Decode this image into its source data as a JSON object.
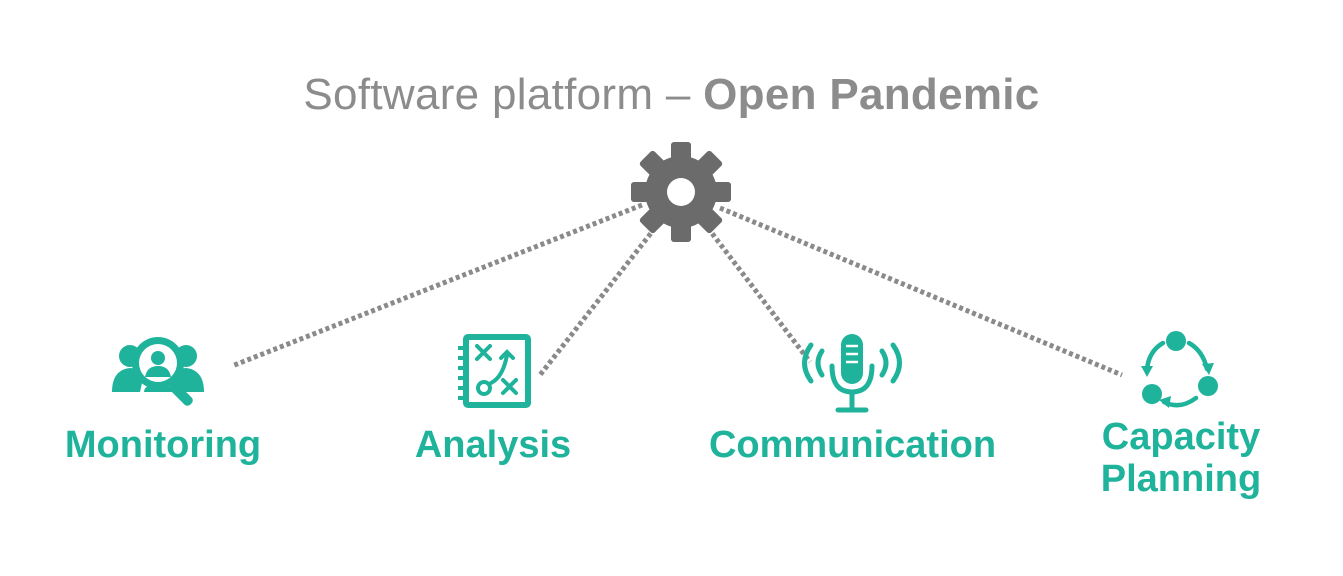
{
  "title": {
    "prefix": "Software platform – ",
    "emphasis": "Open Pandemic"
  },
  "hub": {
    "icon": "gear-icon"
  },
  "nodes": [
    {
      "label": "Monitoring",
      "icon": "people-search-icon"
    },
    {
      "label": "Analysis",
      "icon": "strategy-board-icon"
    },
    {
      "label": "Communication",
      "icon": "microphone-icon"
    },
    {
      "label_line1": "Capacity",
      "label_line2": "Planning",
      "icon": "cycle-icon"
    }
  ],
  "colors": {
    "accent": "#1fb39c",
    "gear": "#6b6b6b",
    "title": "#8c8c8c",
    "connector": "#8a8a8a"
  }
}
